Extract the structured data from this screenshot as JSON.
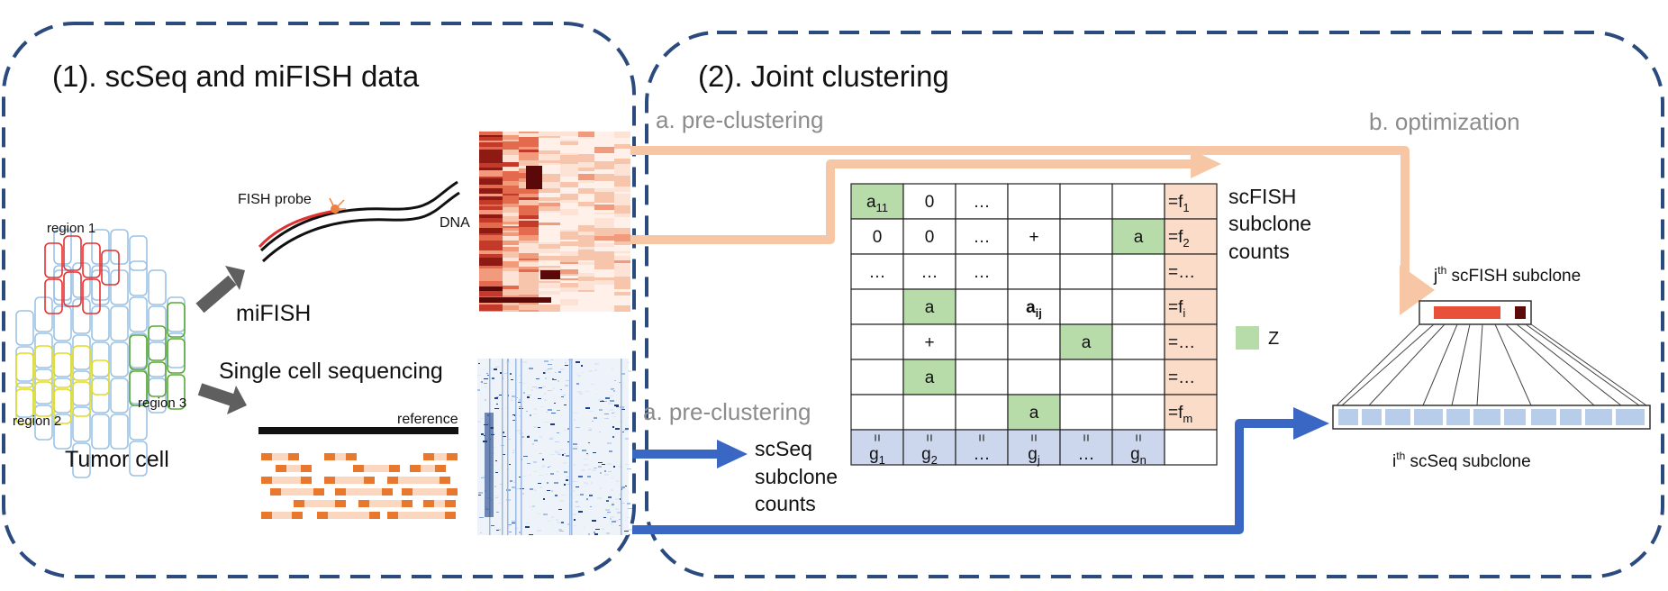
{
  "panel1": {
    "title": "(1). scSeq and miFISH data",
    "region1": "region 1",
    "region2": "region 2",
    "region3": "region 3",
    "tumor_label": "Tumor cell",
    "fish_probe": "FISH probe",
    "dna": "DNA",
    "mifish": "miFISH",
    "scseq": "Single cell sequencing",
    "reference": "reference"
  },
  "panel2": {
    "title": "(2). Joint clustering",
    "preclustering_top": "a. pre-clustering",
    "preclustering_bottom": "a. pre-clustering",
    "optimization": "b. optimization",
    "scfish_counts": [
      "scFISH",
      "subclone",
      "counts"
    ],
    "scseq_counts": [
      "scSeq",
      "subclone",
      "counts"
    ],
    "z_legend": "Z",
    "jth_prefix": "j",
    "jth_sup": "th",
    "jth_suffix": " scFISH subclone",
    "ith_prefix": "i",
    "ith_sup": "th",
    "ith_suffix": " scSeq subclone"
  },
  "matrix": {
    "rows": [
      [
        {
          "t": "a",
          "s": "11",
          "bold": false,
          "green": true
        },
        {
          "t": "0"
        },
        {
          "t": "…"
        },
        {
          "t": ""
        },
        {
          "t": ""
        },
        {
          "t": ""
        },
        {
          "t": "=f",
          "s": "1"
        }
      ],
      [
        {
          "t": "0"
        },
        {
          "t": "0"
        },
        {
          "t": "…"
        },
        {
          "t": "+"
        },
        {
          "t": ""
        },
        {
          "t": "a",
          "green": true
        },
        {
          "t": "=f",
          "s": "2"
        }
      ],
      [
        {
          "t": "…"
        },
        {
          "t": "…"
        },
        {
          "t": "…"
        },
        {
          "t": ""
        },
        {
          "t": ""
        },
        {
          "t": ""
        },
        {
          "t": "=…"
        }
      ],
      [
        {
          "t": ""
        },
        {
          "t": "a",
          "green": true
        },
        {
          "t": ""
        },
        {
          "t": "a",
          "s": "ij",
          "bold": true
        },
        {
          "t": ""
        },
        {
          "t": ""
        },
        {
          "t": "=f",
          "s": "i"
        }
      ],
      [
        {
          "t": ""
        },
        {
          "t": "+"
        },
        {
          "t": ""
        },
        {
          "t": ""
        },
        {
          "t": "a",
          "green": true
        },
        {
          "t": ""
        },
        {
          "t": "=…"
        }
      ],
      [
        {
          "t": ""
        },
        {
          "t": "a",
          "green": true
        },
        {
          "t": ""
        },
        {
          "t": ""
        },
        {
          "t": ""
        },
        {
          "t": ""
        },
        {
          "t": "=…"
        }
      ],
      [
        {
          "t": ""
        },
        {
          "t": ""
        },
        {
          "t": ""
        },
        {
          "t": "a",
          "green": true
        },
        {
          "t": ""
        },
        {
          "t": ""
        },
        {
          "t": "=f",
          "s": "m"
        }
      ]
    ],
    "bottom_row": [
      {
        "t": "g",
        "s": "1"
      },
      {
        "t": "g",
        "s": "2"
      },
      {
        "t": "…"
      },
      {
        "t": "g",
        "s": "j"
      },
      {
        "t": "…"
      },
      {
        "t": "g",
        "s": "n"
      },
      {
        "t": ""
      }
    ],
    "eq_sign": "="
  },
  "colors": {
    "dash_border": "#2b4a7e",
    "peach": "#f7c7a5",
    "blue_arrow": "#3a66c4",
    "green_cell": "#b7dba9",
    "peach_cell": "#fbdcc8",
    "blue_cell": "#ccd6ec",
    "gray_arrow": "#5f5f5f"
  }
}
